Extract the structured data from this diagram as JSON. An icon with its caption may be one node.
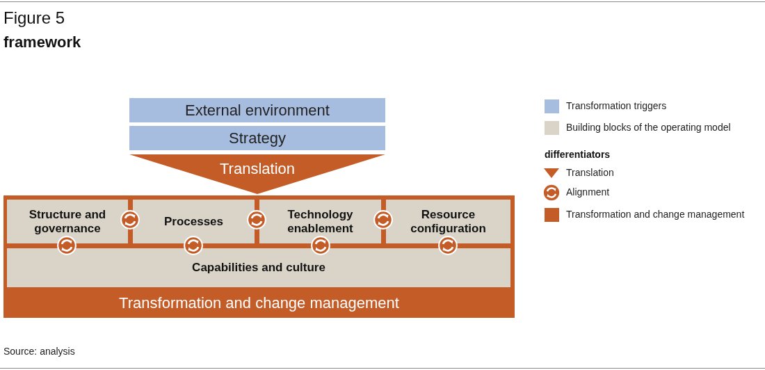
{
  "diagram": {
    "title": "framework",
    "caption": "Source: analysis",
    "nodes": [
      {
        "text": [
          "External environment"
        ]
      },
      {
        "text": [
          "Strategy"
        ]
      },
      {
        "text": [
          "Translation"
        ]
      },
      {
        "text": [
          "Transformation and change management"
        ]
      },
      {
        "text": [
          "Structure and governance"
        ],
        "in": 3
      },
      {
        "text": [
          "Processes"
        ],
        "in": 3
      },
      {
        "text": [
          "Technology enablement"
        ],
        "in": 3
      },
      {
        "text": [
          "Resource configuration"
        ],
        "in": 3
      },
      {
        "text": [
          "Capabilities and culture"
        ],
        "in": 3
      }
    ],
    "labels": [
      "Figure 5",
      "differentiators"
    ],
    "legend": [
      {
        "text": "Transformation triggers",
        "color": "#a7bde0"
      },
      {
        "text": "Building blocks of the operating model",
        "color": "#d9d4c7"
      },
      {
        "text": "Translation"
      },
      {
        "text": "Alignment"
      },
      {
        "text": "Transformation and change management",
        "color": "#c45c28"
      }
    ]
  }
}
